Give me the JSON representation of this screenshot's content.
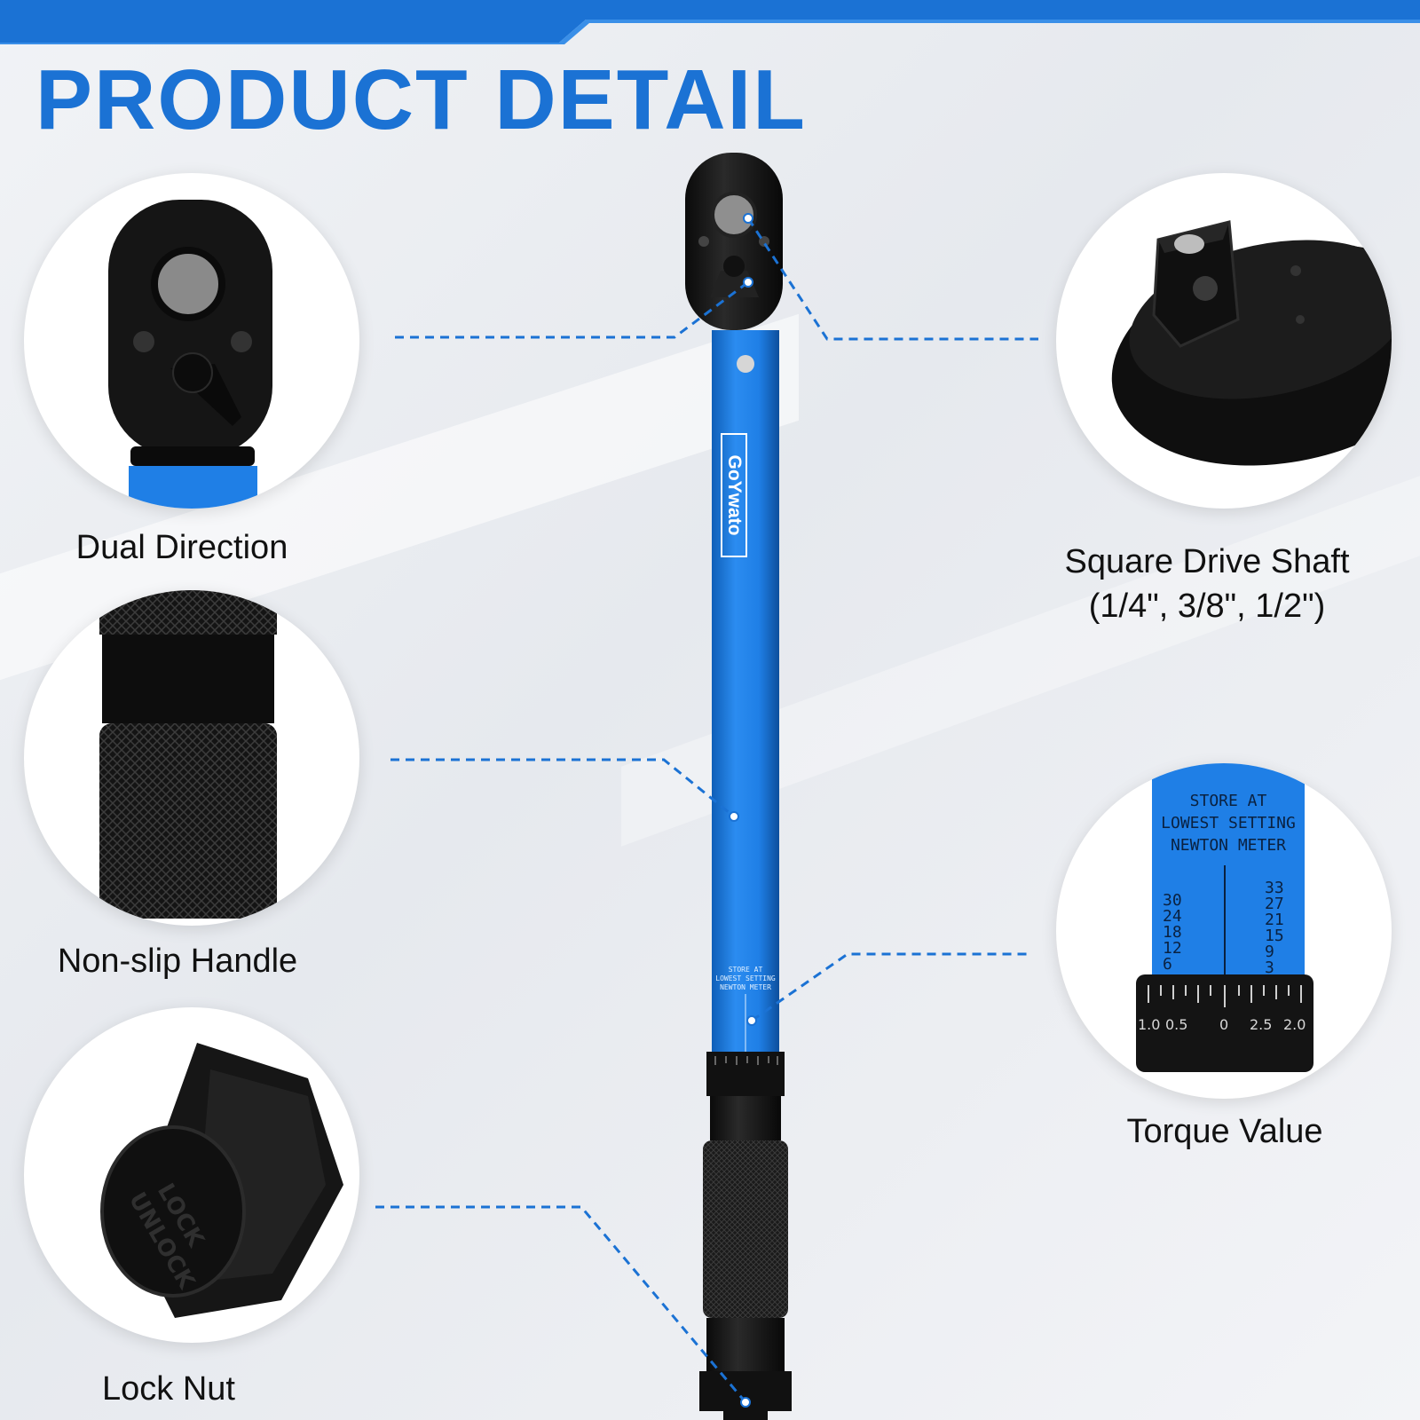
{
  "header": {
    "title": "PRODUCT DETAIL"
  },
  "brand": {
    "name": "GoYwato"
  },
  "features": {
    "dual_direction": {
      "label": "Dual Direction"
    },
    "square_drive": {
      "label_line1": "Square Drive Shaft",
      "label_line2": "(1/4\", 3/8\", 1/2\")"
    },
    "non_slip_handle": {
      "label": "Non-slip Handle"
    },
    "torque_value": {
      "label": "Torque Value",
      "scale_header": [
        "STORE AT",
        "LOWEST SETTING",
        "NEWTON METER"
      ],
      "left_scale": [
        "30",
        "24",
        "18",
        "12",
        "6"
      ],
      "right_scale": [
        "33",
        "27",
        "21",
        "15",
        "9",
        "3"
      ],
      "dial_marks": [
        "1.0",
        "0.5",
        "0",
        "2.5",
        "2.0"
      ]
    },
    "lock_nut": {
      "label": "Lock Nut",
      "knob_text": [
        "LOCK",
        "UNLOCK"
      ]
    }
  },
  "colors": {
    "accent": "#1b72d4",
    "tool_blue": "#1f7fe6",
    "dark": "#151515",
    "callout": "#1b72d4"
  }
}
